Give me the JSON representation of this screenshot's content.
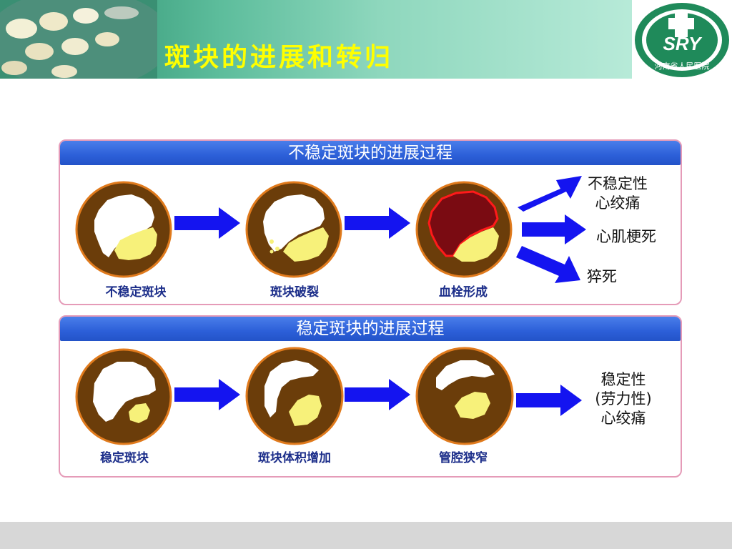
{
  "slide": {
    "title": "斑块的进展和转归",
    "logo_text": "河南省人民医院",
    "logo_mark": "SRY"
  },
  "unstable_panel": {
    "header": "不稳定斑块的进展过程",
    "stages": [
      "不稳定斑块",
      "斑块破裂",
      "血栓形成"
    ],
    "outcomes": [
      "不稳定性\n心绞痛",
      "心肌梗死",
      "猝死"
    ]
  },
  "stable_panel": {
    "header": "稳定斑块的进展过程",
    "stages": [
      "稳定斑块",
      "斑块体积增加",
      "管腔狭窄"
    ],
    "outcome": "稳定性\n(劳力性)\n心绞痛"
  },
  "colors": {
    "vessel_wall": "#6b3d0a",
    "vessel_rim": "#e07a1c",
    "plaque": "#f7f17a",
    "thrombus": "#7a0b12",
    "thrombus_outline": "#ff1a1a",
    "arrow": "#1414f0",
    "header_blue": "#2c5fd8",
    "panel_border": "#e59bb8",
    "stage_label": "#1c2e8a",
    "title_yellow": "#ffff00"
  }
}
